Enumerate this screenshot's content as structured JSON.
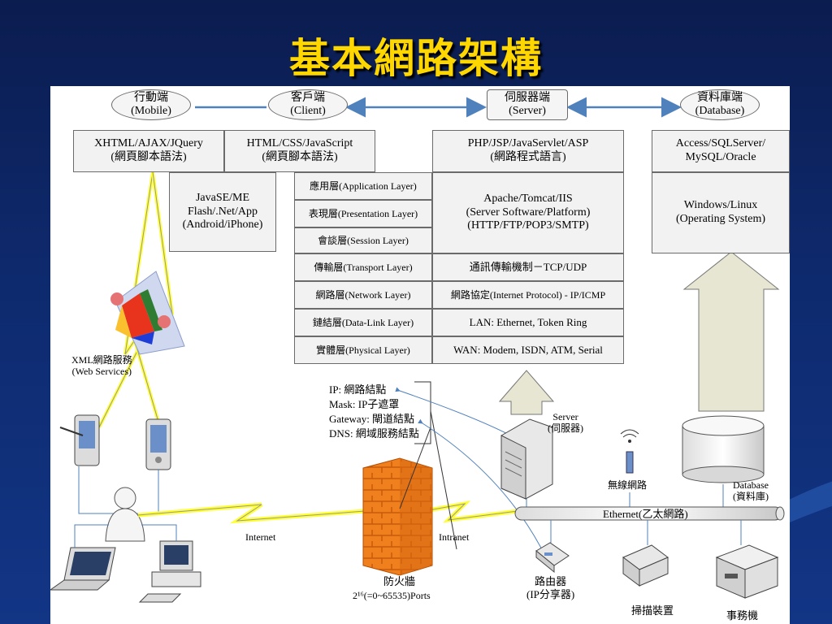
{
  "title": "基本網路架構",
  "colors": {
    "background": "#0e2a6e",
    "title": "#ffd700",
    "box_fill": "#f2f2f2",
    "box_border": "#6b6b6b",
    "arrow_blue": "#4f81bd",
    "lightning_yellow": "#ffff33",
    "firewall_orange": "#f07f1e"
  },
  "tiers": {
    "mobile": "行動端\n(Mobile)",
    "client": "客戶端\n(Client)",
    "server": "伺服器端\n(Server)",
    "database": "資料庫端\n(Database)"
  },
  "languages": {
    "mobile_script": "XHTML/AJAX/JQuery\n(網頁腳本語法)",
    "client_script": "HTML/CSS/JavaScript\n(網頁腳本語法)",
    "server_lang": "PHP/JSP/JavaServlet/ASP\n(網路程式語言)",
    "db_products": "Access/SQLServer/\nMySQL/Oracle"
  },
  "platforms": {
    "mobile_platform": "JavaSE/ME\nFlash/.Net/App\n(Android/iPhone)",
    "server_software": "Apache/Tomcat/IIS\n(Server Software/Platform)\n(HTTP/FTP/POP3/SMTP)",
    "os": "Windows/Linux\n(Operating System)"
  },
  "osi_layers": [
    {
      "name": "應用層(Application Layer)"
    },
    {
      "name": "表現層(Presentation Layer)"
    },
    {
      "name": "會談層(Session Layer)"
    },
    {
      "name": "傳輸層(Transport Layer)",
      "detail": "通訊傳輸機制－TCP/UDP"
    },
    {
      "name": "網路層(Network Layer)",
      "detail": "網路協定(Internet Protocol) - IP/ICMP"
    },
    {
      "name": "鏈結層(Data-Link Layer)",
      "detail": "LAN: Ethernet, Token Ring"
    },
    {
      "name": "實體層(Physical Layer)",
      "detail": "WAN: Modem, ISDN, ATM, Serial"
    }
  ],
  "network": {
    "web_services": "XML網路服務\n(Web Services)",
    "ip_info": [
      "IP: 網路結點",
      "Mask: IP子遮罩",
      "Gateway: 閘道結點",
      "DNS: 網域服務結點"
    ],
    "server_label": "Server\n(伺服器)",
    "wireless": "無線網路",
    "database_label": "Database\n(資料庫)",
    "ethernet": "Ethernet(乙太網路)",
    "internet": "Internet",
    "intranet": "Intranet",
    "firewall": "防火牆",
    "ports": "2¹⁶(=0~65535)Ports",
    "router": "路由器\n(IP分享器)",
    "scanner": "掃描裝置",
    "office_machine": "事務機"
  }
}
